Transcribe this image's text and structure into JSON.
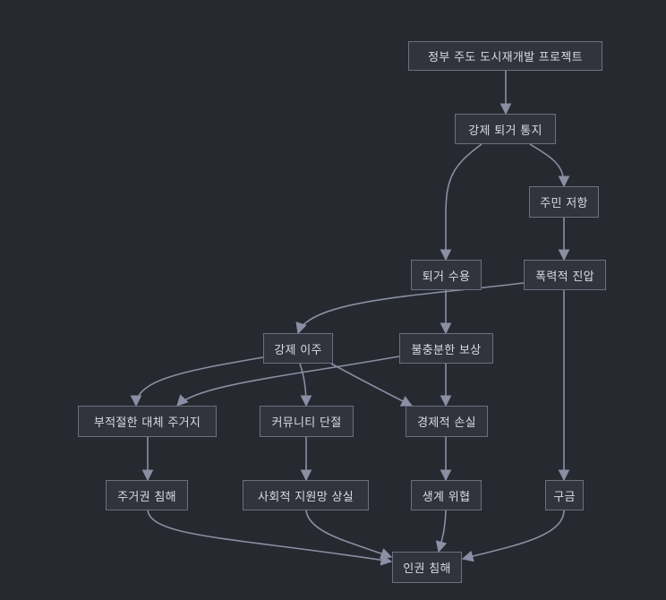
{
  "diagram": {
    "nodes": {
      "n1": "정부 주도 도시재개발 프로젝트",
      "n2": "강제 퇴거 통지",
      "n3": "주민 저항",
      "n4": "퇴거 수용",
      "n5": "폭력적 진압",
      "n6": "강제 이주",
      "n7": "불충분한 보상",
      "n8": "부적절한 대체 주거지",
      "n9": "커뮤니티 단절",
      "n10": "경제적 손실",
      "n11": "주거권 침해",
      "n12": "사회적 지원망 상실",
      "n13": "생계 위협",
      "n14": "구금",
      "n15": "인권 침해"
    },
    "edges": [
      [
        "n1",
        "n2"
      ],
      [
        "n2",
        "n4"
      ],
      [
        "n2",
        "n3"
      ],
      [
        "n3",
        "n5"
      ],
      [
        "n4",
        "n6"
      ],
      [
        "n4",
        "n7"
      ],
      [
        "n5",
        "n6"
      ],
      [
        "n5",
        "n14"
      ],
      [
        "n6",
        "n8"
      ],
      [
        "n6",
        "n9"
      ],
      [
        "n6",
        "n10"
      ],
      [
        "n7",
        "n8"
      ],
      [
        "n7",
        "n10"
      ],
      [
        "n8",
        "n11"
      ],
      [
        "n9",
        "n12"
      ],
      [
        "n10",
        "n13"
      ],
      [
        "n11",
        "n15"
      ],
      [
        "n12",
        "n15"
      ],
      [
        "n13",
        "n15"
      ],
      [
        "n14",
        "n15"
      ]
    ],
    "colors": {
      "background": "#262930",
      "node_fill": "#31343d",
      "node_border": "#6c6f7f",
      "edge": "#8a8fa3",
      "text": "#d9dbe2"
    }
  }
}
